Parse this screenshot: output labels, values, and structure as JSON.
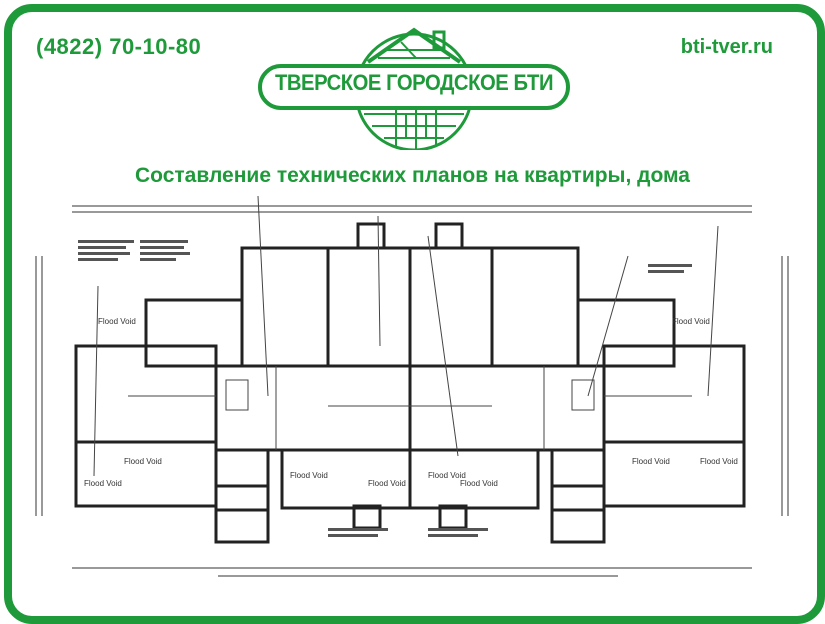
{
  "header": {
    "phone": "(4822) 70-10-80",
    "website": "bti-tver.ru",
    "logo_text": "ТВЕРСКОЕ ГОРОДСКОЕ БТИ"
  },
  "headline": "Составление технических планов на квартиры, дома",
  "plan": {
    "room_label": "Flood Void"
  },
  "colors": {
    "brand_green": "#1f9a3a",
    "drawing_ink": "#333333"
  }
}
